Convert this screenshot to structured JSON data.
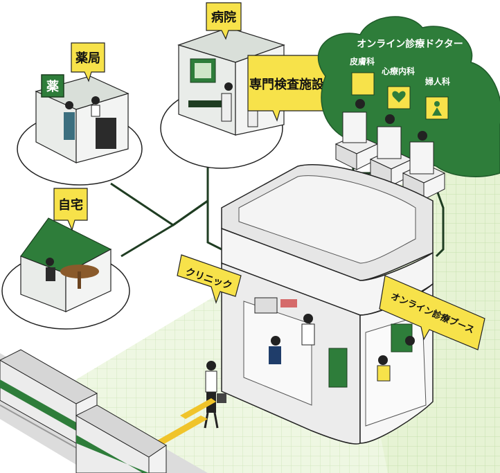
{
  "labels": {
    "pharmacy": "薬局",
    "pharmacy_sign": "薬",
    "hospital": "病院",
    "special_facility": "専門検査施設",
    "home": "自宅",
    "clinic": "クリニック",
    "online_booth": "オンライン診療ブース"
  },
  "cloud": {
    "title": "オンライン診療ドクター",
    "departments": [
      "皮膚科",
      "心療内科",
      "婦人科"
    ]
  },
  "colors": {
    "green": "#2e7d3a",
    "dark_green": "#1f5a2a",
    "yellow": "#f7e24a",
    "grid": "#e3f2d0",
    "wall": "#e8e8e8"
  }
}
